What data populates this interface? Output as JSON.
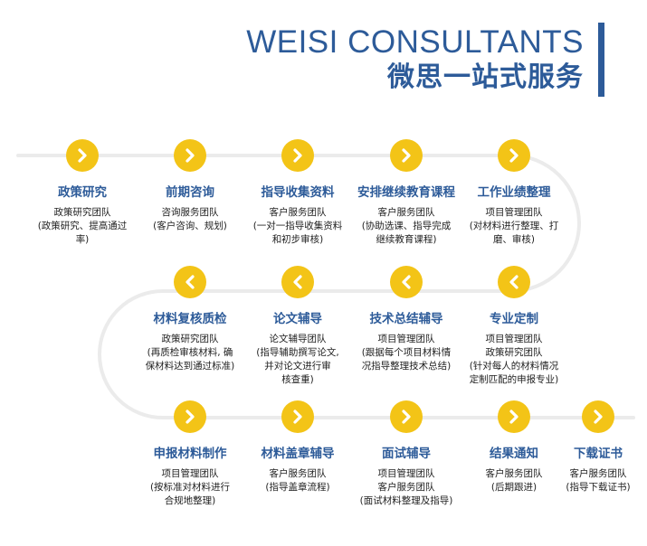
{
  "header": {
    "brand_en": "WEISI CONSULTANTS",
    "brand_cn": "微思一站式服务"
  },
  "colors": {
    "primary": "#2d5b99",
    "accent": "#f3c417",
    "track": "#ebebeb"
  },
  "icons": {
    "forward": "chevron-right-icon",
    "back": "chevron-left-icon"
  },
  "steps": [
    {
      "title": "政策研究",
      "desc": "政策研究团队\n(政策研究、提高通过\n率)"
    },
    {
      "title": "前期咨询",
      "desc": "咨询服务团队\n(客户咨询、规划)"
    },
    {
      "title": "指导收集资料",
      "desc": "客户服务团队\n(一对一指导收集资料\n和初步审核)"
    },
    {
      "title": "安排继续教育课程",
      "desc": "客户服务团队\n(协助选课、指导完成\n继续教育课程)"
    },
    {
      "title": "工作业绩整理",
      "desc": "项目管理团队\n(对材料进行整理、打\n磨、审核)"
    },
    {
      "title": "专业定制",
      "desc": "项目管理团队\n政策研究团队\n(针对每人的材料情况\n定制匹配的申报专业)"
    },
    {
      "title": "技术总结辅导",
      "desc": "项目管理团队\n(跟据每个项目材料情\n况指导整理技术总结)"
    },
    {
      "title": "论文辅导",
      "desc": "论文辅导团队\n(指导辅助撰写论文,\n并对论文进行审\n核查重)"
    },
    {
      "title": "材料复核质检",
      "desc": "政策研究团队\n(再质检审核材料, 确\n保材料达到通过标准)"
    },
    {
      "title": "申报材料制作",
      "desc": "项目管理团队\n(按标准对材料进行\n合规地整理)"
    },
    {
      "title": "材料盖章辅导",
      "desc": "客户服务团队\n(指导盖章流程)"
    },
    {
      "title": "面试辅导",
      "desc": "项目管理团队\n客户服务团队\n(面试材料整理及指导)"
    },
    {
      "title": "结果通知",
      "desc": "客户服务团队\n(后期跟进)"
    },
    {
      "title": "下载证书",
      "desc": "客户服务团队\n(指导下载证书)"
    }
  ]
}
